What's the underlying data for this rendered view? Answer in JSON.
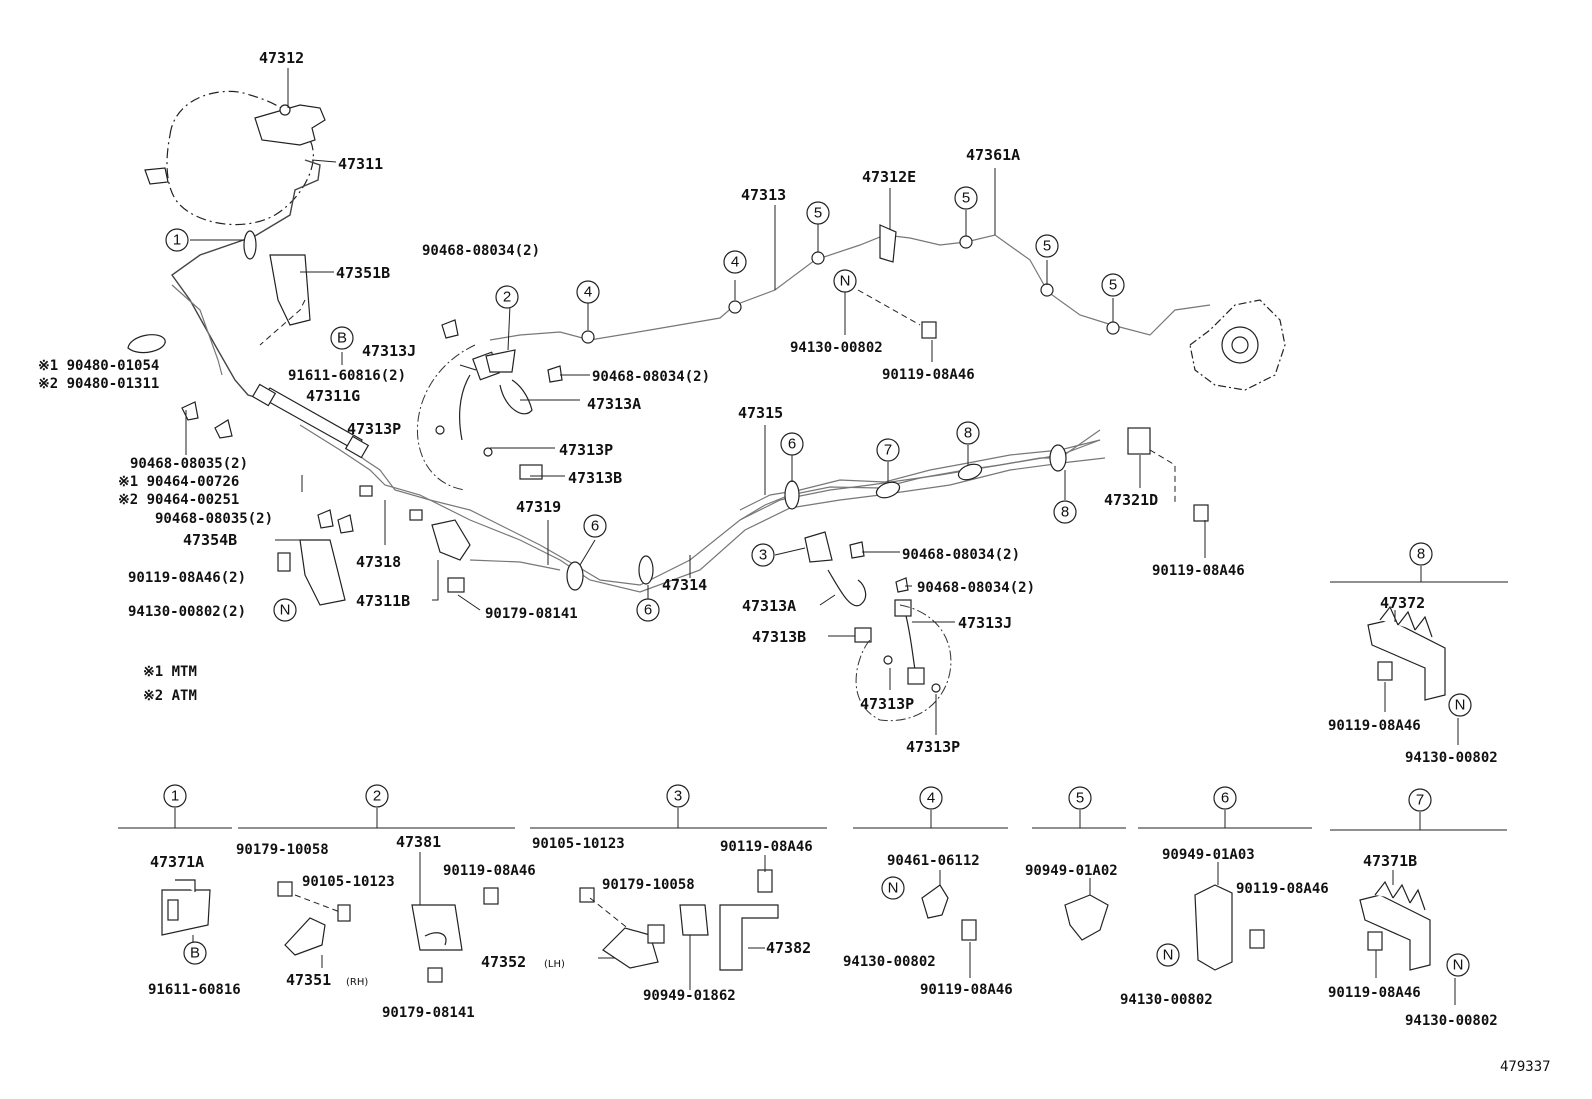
{
  "labels": {
    "p47312": "47312",
    "p47311": "47311",
    "p47351B": "47351B",
    "p90480_01054": "※1 90480-01054",
    "p90480_01311": "※2 90480-01311",
    "p91611_60816_2": "91611-60816(2)",
    "p47313J_a": "47313J",
    "p47311G": "47311G",
    "p47313P_a": "47313P",
    "p47313P_b": "47313P",
    "p47313A_a": "47313A",
    "p47313B_a": "47313B",
    "p90468_08034_2_a": "90468-08034(2)",
    "p90468_08034_2_b": "90468-08034(2)",
    "p90468_08035_2_a": "90468-08035(2)",
    "p90464_00726": "※1 90464-00726",
    "p90464_00251": "※2 90464-00251",
    "p90468_08035_2_b": "90468-08035(2)",
    "p47354B": "47354B",
    "p90119_08A46_2": "90119-08A46(2)",
    "p94130_00802_2": "94130-00802(2)",
    "p47318": "47318",
    "p47311B": "47311B",
    "p90179_08141_a": "90179-08141",
    "p47319": "47319",
    "p47314": "47314",
    "p47313": "47313",
    "p47312E": "47312E",
    "p47361A": "47361A",
    "p94130_00802_a": "94130-00802",
    "p90119_08A46_a": "90119-08A46",
    "p47315": "47315",
    "p47321D": "47321D",
    "p90119_08A46_b": "90119-08A46",
    "p90468_08034_2_c": "90468-08034(2)",
    "p90468_08034_2_d": "90468-08034(2)",
    "p47313A_b": "47313A",
    "p47313B_b": "47313B",
    "p47313J_b": "47313J",
    "p47313P_c": "47313P",
    "p47313P_d": "47313P",
    "p47372": "47372",
    "p90119_08A46_c": "90119-08A46",
    "p94130_00802_b": "94130-00802",
    "note1": "※1 MTM",
    "note2": "※2 ATM",
    "p47371A": "47371A",
    "p91611_60816": "91611-60816",
    "p90179_10058_a": "90179-10058",
    "p47381": "47381",
    "p90105_10123_a": "90105-10123",
    "p90119_08A46_d": "90119-08A46",
    "p47351": "47351",
    "p47351_rh": "(RH)",
    "p90179_08141_b": "90179-08141",
    "p90105_10123_b": "90105-10123",
    "p90119_08A46_e": "90119-08A46",
    "p90179_10058_b": "90179-10058",
    "p47352": "47352",
    "p47352_lh": "(LH)",
    "p47382": "47382",
    "p90949_01862": "90949-01862",
    "p90461_06112": "90461-06112",
    "p94130_00802_c": "94130-00802",
    "p90119_08A46_f": "90119-08A46",
    "p90949_01A02": "90949-01A02",
    "p90949_01A03": "90949-01A03",
    "p90119_08A46_g": "90119-08A46",
    "p94130_00802_d": "94130-00802",
    "p47371B": "47371B",
    "p90119_08A46_h": "90119-08A46",
    "p94130_00802_e": "94130-00802",
    "diagram_id": "479337"
  },
  "markers": {
    "one": "1",
    "two": "2",
    "three": "3",
    "four": "4",
    "five": "5",
    "six": "6",
    "seven": "7",
    "eight": "8",
    "B": "B",
    "N": "N"
  }
}
